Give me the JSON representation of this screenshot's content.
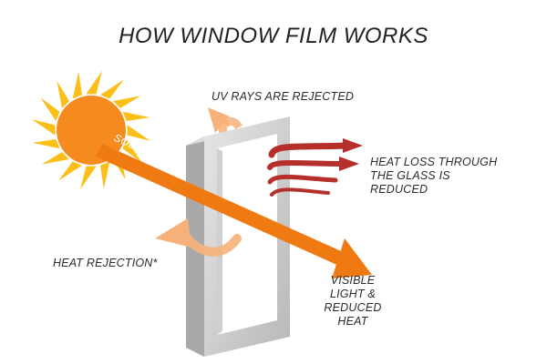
{
  "title": "HOW WINDOW FILM WORKS",
  "labels": {
    "solar_heat": "SOLAR HEAT",
    "uv_rays": "UV RAYS ARE REJECTED",
    "heat_loss": [
      "HEAT LOSS THROUGH",
      "THE GLASS IS",
      "REDUCED"
    ],
    "heat_rejection": "HEAT REJECTION*",
    "visible_light": [
      "VISIBLE",
      "LIGHT &",
      "REDUCED",
      "HEAT"
    ]
  },
  "colors": {
    "sun_core": "#f58a1f",
    "sun_rays": "#fbbf18",
    "solar_beam": "#f07a12",
    "uv_arrow": "#f6b27a",
    "heat_loss_arrows": "#b5302a",
    "frame": "#c9c9c9"
  }
}
